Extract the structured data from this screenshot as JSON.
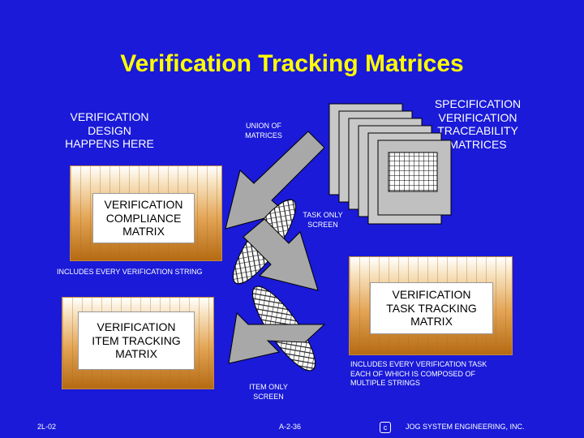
{
  "title": "Verification Tracking Matrices",
  "labels": {
    "design": [
      "VERIFICATION",
      "DESIGN",
      "HAPPENS HERE"
    ],
    "union": [
      "UNION OF",
      "MATRICES"
    ],
    "svtm": [
      "SPECIFICATION",
      "VERIFICATION",
      "TRACEABILITY",
      "MATRICES"
    ],
    "task_only": [
      "TASK ONLY",
      "SCREEN"
    ],
    "includes_string": "INCLUDES EVERY VERIFICATION STRING",
    "item_only": [
      "ITEM ONLY",
      "SCREEN"
    ],
    "includes_task": [
      "INCLUDES EVERY VERIFICATION TASK",
      "EACH OF WHICH IS COMPOSED OF",
      "MULTIPLE STRINGS"
    ]
  },
  "matrices": {
    "compliance": [
      "VERIFICATION",
      "COMPLIANCE",
      "MATRIX"
    ],
    "item": [
      "VERIFICATION",
      "ITEM TRACKING",
      "MATRIX"
    ],
    "task": [
      "VERIFICATION",
      "TASK TRACKING",
      "MATRIX"
    ]
  },
  "footer": {
    "left": "2L-02",
    "center": "A-2-36",
    "copyright": "c",
    "right": "JOG SYSTEM ENGINEERING, INC."
  },
  "colors": {
    "background": "#1a1ad8",
    "title": "#ffff00",
    "arrow": "#a8a8a8"
  }
}
